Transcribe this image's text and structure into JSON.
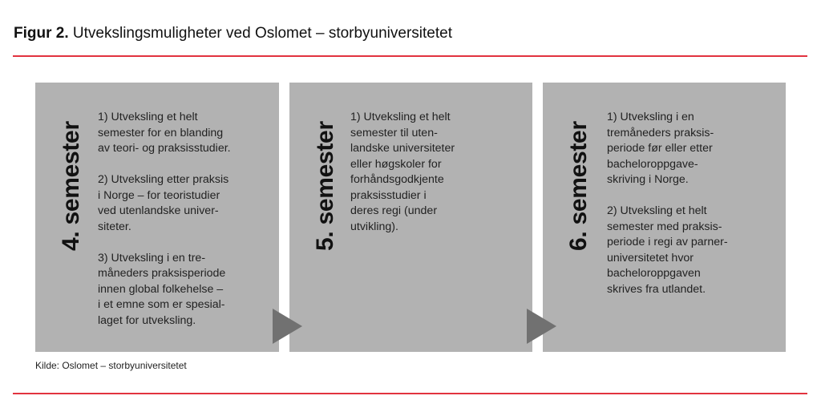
{
  "header": {
    "figure_label": "Figur 2.",
    "title": " Utvekslingsmuligheter ved Oslomet – storbyuniversitetet"
  },
  "colors": {
    "accent_rule": "#e2333f",
    "box_fill": "#b2b2b2",
    "arrow_fill": "#717171"
  },
  "semesters": [
    {
      "label": "4. semester",
      "items": [
        "1) Utveksling et helt\nsemester for en blanding\nav teori- og praksisstudier.",
        "2) Utveksling etter praksis\ni Norge – for teoristudier\nved utenlandske univer-\nsiteter.",
        "3) Utveksling i en tre-\nmåneders praksisperiode\ninnen global folkehelse –\ni et emne som er spesial-\nlaget for utveksling."
      ]
    },
    {
      "label": "5. semester",
      "items": [
        "1) Utveksling et helt\nsemester til uten-\nlandske universiteter\neller høgskoler for\nforhåndsgodkjente\npraksisstudier i\nderes regi (under\nutvikling)."
      ]
    },
    {
      "label": "6. semester",
      "items": [
        "1) Utveksling i en\ntremåneders praksis-\nperiode før eller etter\nbacheloroppgave-\nskriving i Norge.",
        "2) Utveksling et helt\nsemester med praksis-\nperiode i regi av parner-\nuniversitetet hvor\nbacheloroppgaven\nskrives fra utlandet."
      ]
    }
  ],
  "arrows": [
    "arrow-right",
    "arrow-right"
  ],
  "footer": {
    "source": "Kilde: Oslomet – storbyuniversitetet"
  }
}
